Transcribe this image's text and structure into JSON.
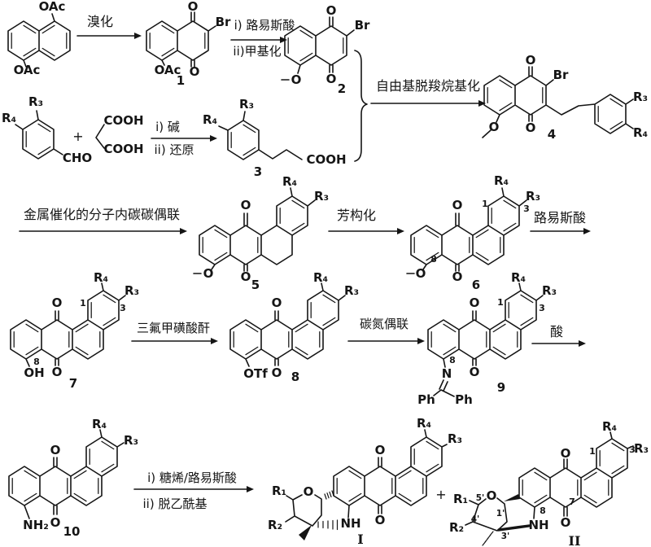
{
  "compounds": {
    "sm": {
      "oac_top": "OAc",
      "oac_bottom": "OAc"
    },
    "c1": {
      "o_top": "O",
      "br": "Br",
      "oac": "OAc",
      "o_bottom": "O",
      "num": "1"
    },
    "c2": {
      "o_top": "O",
      "br": "Br",
      "o_methoxy": "O",
      "o_bottom": "O",
      "num": "2"
    },
    "benzaldehyde": {
      "r3": "R₃",
      "r4": "R₄",
      "cho": "CHO"
    },
    "plus_1": "+",
    "malonic_acid": {
      "cooh_top": "COOH",
      "cooh_bottom": "COOH"
    },
    "c3": {
      "r3": "R₃",
      "r4": "R₄",
      "cooh": "COOH",
      "num": "3"
    },
    "c4": {
      "o_top": "O",
      "br": "Br",
      "o_methoxy": "O",
      "o_bottom": "O",
      "r3": "R₃",
      "r4": "R₄",
      "num": "4"
    },
    "c5": {
      "o_top": "O",
      "o_methoxy": "O",
      "o_bottom": "O",
      "r3": "R₃",
      "r4": "R₄",
      "num": "5"
    },
    "c6": {
      "o_top": "O",
      "o_methoxy": "O",
      "o_bottom": "O",
      "r3": "R₃",
      "r4": "R₄",
      "pos1": "1",
      "pos3": "3",
      "pos8": "8",
      "num": "6"
    },
    "c7": {
      "o_top": "O",
      "oh": "OH",
      "o_bottom": "O",
      "r3": "R₃",
      "r4": "R₄",
      "pos1": "1",
      "pos3": "3",
      "pos8": "8",
      "num": "7"
    },
    "c8": {
      "o_top": "O",
      "otf": "OTf",
      "o_bottom": "O",
      "r3": "R₃",
      "r4": "R₄",
      "num": "8"
    },
    "c9": {
      "o_top": "O",
      "n": "N",
      "ph_left": "Ph",
      "ph_right": "Ph",
      "o_bottom": "O",
      "r3": "R₃",
      "r4": "R₄",
      "pos1": "1",
      "pos3": "3",
      "pos8": "8",
      "num": "9"
    },
    "c10": {
      "o_top": "O",
      "nh2": "NH₂",
      "o_bottom": "O",
      "r3": "R₃",
      "r4": "R₄",
      "num": "10"
    },
    "product_I": {
      "o_top": "O",
      "o_bottom": "O",
      "r1": "R₁",
      "r2": "R₂",
      "o_ring": "O",
      "nh": "NH",
      "r3": "R₃",
      "r4": "R₄",
      "num": "I"
    },
    "plus_2": "+",
    "product_II": {
      "o_top": "O",
      "o_bottom": "O",
      "r1": "R₁",
      "r2": "R₂",
      "o_ring": "O",
      "nh": "NH",
      "r3": "R₃",
      "r4": "R₄",
      "pos1": "1",
      "pos3": "3",
      "pos7": "7",
      "pos8": "8",
      "c1p": "1'",
      "c3p": "3'",
      "c4p": "4'",
      "c5p": "5'",
      "num": "II"
    }
  },
  "arrows": {
    "bromination": "溴化",
    "step1_2_line1": "i) 路易斯酸",
    "step1_2_line2": "ii)甲基化",
    "radical_decarboxylative_alkylation": "自由基脱羧烷基化",
    "knoevenagel_line1": "i) 碱",
    "knoevenagel_line2": "ii) 还原",
    "metal_catalyzed_coupling": "金属催化的分子内碳碳偶联",
    "aromatization": "芳构化",
    "lewis_acid": "路易斯酸",
    "triflic_anhydride": "三氟甲磺酸酐",
    "cn_coupling": "碳氮偶联",
    "acid": "酸",
    "glycosylation_line1": "i) 糖烯/路易斯酸",
    "glycosylation_line2": "ii) 脱乙酰基"
  }
}
